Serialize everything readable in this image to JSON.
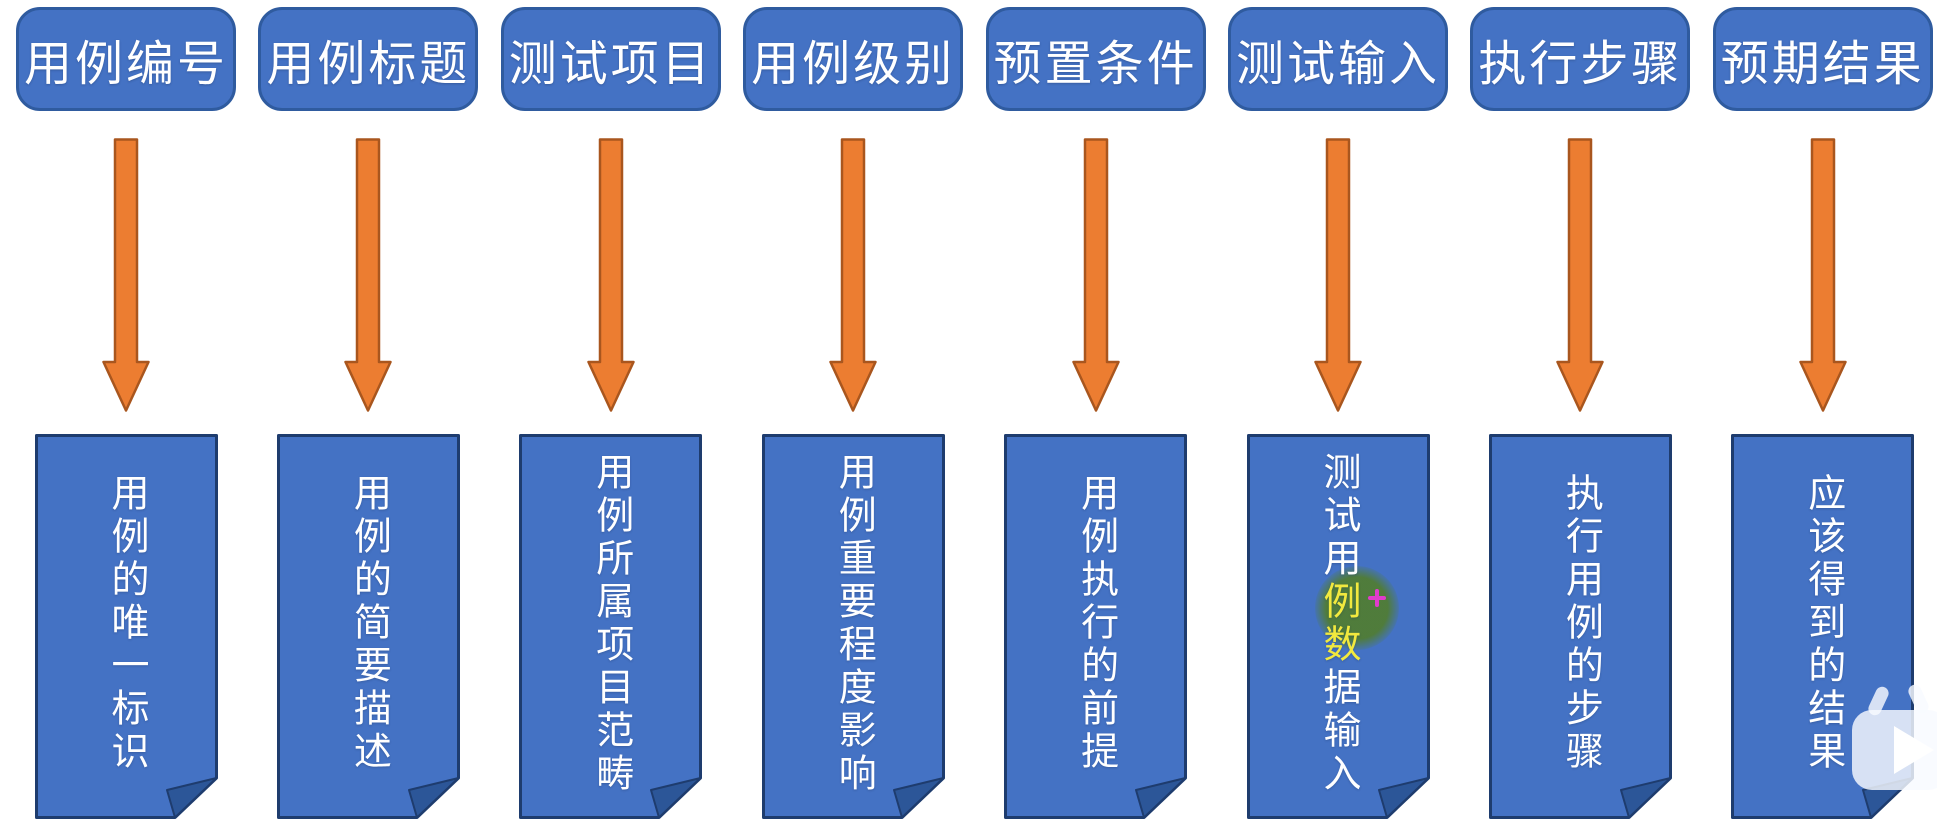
{
  "slide": {
    "description": "test-case fields diagram",
    "columns": [
      {
        "header": "用例编号",
        "note": [
          "用例的唯一标识",
          "",
          ""
        ]
      },
      {
        "header": "用例标题",
        "note": [
          "用例的简要描述",
          "",
          ""
        ]
      },
      {
        "header": "测试项目",
        "note": [
          "用例所属项目范畴",
          "",
          ""
        ]
      },
      {
        "header": "用例级别",
        "note": [
          "用例重要程度影响",
          "",
          ""
        ]
      },
      {
        "header": "预置条件",
        "note": [
          "用例执行的前提",
          "",
          ""
        ]
      },
      {
        "header": "测试输入",
        "note": [
          "测试用",
          "例数",
          "据输入"
        ]
      },
      {
        "header": "执行步骤",
        "note": [
          "执行用例的步骤",
          "",
          ""
        ]
      },
      {
        "header": "预期结果",
        "note": [
          "应该得到的结果",
          "",
          ""
        ]
      }
    ]
  },
  "annotations": {
    "laser_pointer": {
      "circle_color": "#507c34",
      "cross_color": "#e03ccc",
      "highlighted_characters": "例数",
      "highlight_text_color": "#f2e93e",
      "target_column_index": 5
    },
    "watermark": {
      "icon": "tv-play-logo",
      "color": "#f8faff"
    }
  },
  "colors": {
    "shape_fill": "#4472c4",
    "header_border": "#2f5b9f",
    "note_border": "#1e3c6e",
    "note_fold": "#2c5698",
    "arrow_fill": "#ec7d31",
    "arrow_border": "#a9561e",
    "text": "#ffffff",
    "background": "#ffffff"
  }
}
